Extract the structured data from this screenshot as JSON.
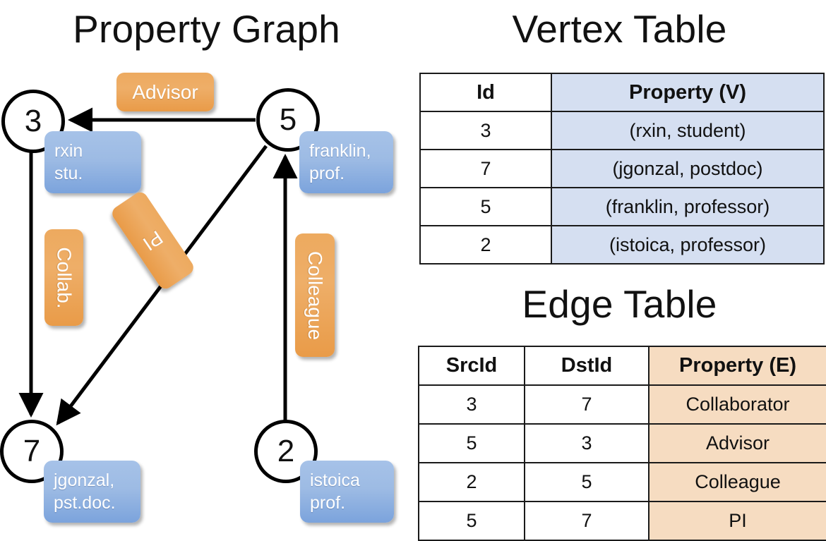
{
  "sections": {
    "graph_title": "Property Graph",
    "vertex_title": "Vertex Table",
    "edge_title": "Edge Table"
  },
  "graph": {
    "vertices": [
      {
        "id": "3",
        "property_label": "rxin\nstu.",
        "name": "rxin",
        "role": "stu."
      },
      {
        "id": "5",
        "property_label": "franklin,\nprof.",
        "name": "franklin,",
        "role": "prof."
      },
      {
        "id": "7",
        "property_label": "jgonzal,\npst.doc.",
        "name": "jgonzal,",
        "role": "pst.doc."
      },
      {
        "id": "2",
        "property_label": "istoica\nprof.",
        "name": "istoica",
        "role": "prof."
      }
    ],
    "edge_labels": {
      "advisor": "Advisor",
      "collab": "Collab.",
      "pi": "PI",
      "colleague": "Colleague"
    },
    "edges": [
      {
        "src": "5",
        "dst": "3",
        "label": "Advisor"
      },
      {
        "src": "3",
        "dst": "7",
        "label": "Collab."
      },
      {
        "src": "5",
        "dst": "7",
        "label": "PI"
      },
      {
        "src": "2",
        "dst": "5",
        "label": "Colleague"
      }
    ]
  },
  "vertex_table": {
    "headers": [
      "Id",
      "Property (V)"
    ],
    "rows": [
      {
        "id": "3",
        "property": "(rxin, student)"
      },
      {
        "id": "7",
        "property": "(jgonzal, postdoc)"
      },
      {
        "id": "5",
        "property": "(franklin, professor)"
      },
      {
        "id": "2",
        "property": "(istoica, professor)"
      }
    ]
  },
  "edge_table": {
    "headers": [
      "SrcId",
      "DstId",
      "Property (E)"
    ],
    "rows": [
      {
        "src": "3",
        "dst": "7",
        "property": "Collaborator"
      },
      {
        "src": "5",
        "dst": "3",
        "property": "Advisor"
      },
      {
        "src": "2",
        "dst": "5",
        "property": "Colleague"
      },
      {
        "src": "5",
        "dst": "7",
        "property": "PI"
      }
    ]
  },
  "colors": {
    "vertex_table_fill": "#d5dff1",
    "edge_table_fill": "#f6dcc1",
    "property_box_blue": "#9dbbe4",
    "edge_label_orange": "#eeae68",
    "stroke": "#111111"
  }
}
